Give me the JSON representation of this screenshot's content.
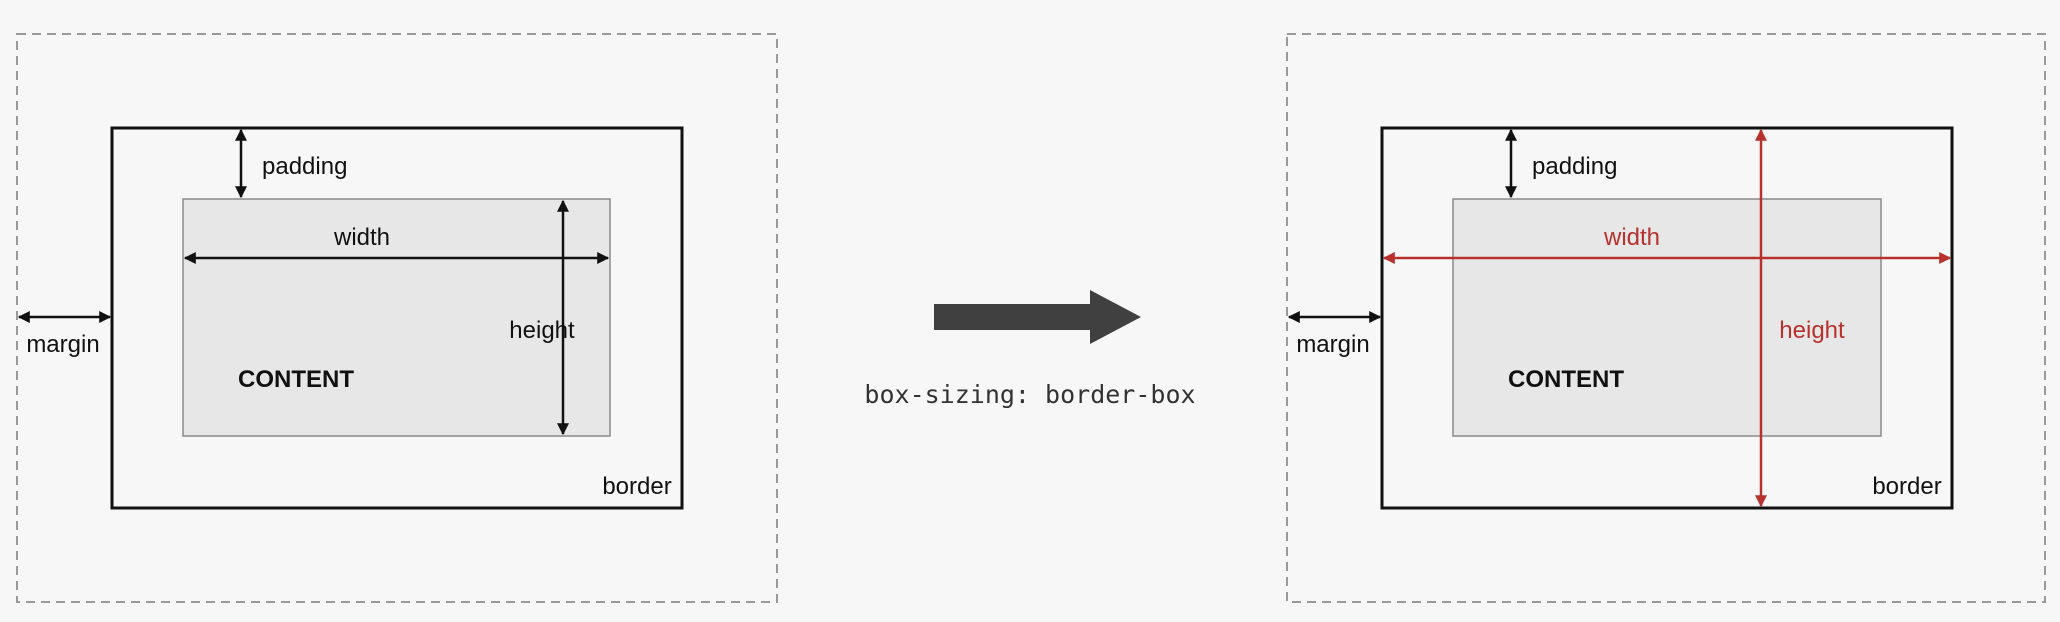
{
  "left_diagram": {
    "padding_label": "padding",
    "width_label": "width",
    "height_label": "height",
    "margin_label": "margin",
    "content_label": "CONTENT",
    "border_label": "border"
  },
  "transition": {
    "caption": "box-sizing: border-box"
  },
  "right_diagram": {
    "padding_label": "padding",
    "width_label": "width",
    "height_label": "height",
    "margin_label": "margin",
    "content_label": "CONTENT",
    "border_label": "border"
  },
  "colors": {
    "background": "#f7f7f8",
    "outline": "#111111",
    "content_fill": "#e7e7e7",
    "margin_dash": "#9a9a9a",
    "highlight": "#b7322c",
    "arrow": "#404040"
  }
}
